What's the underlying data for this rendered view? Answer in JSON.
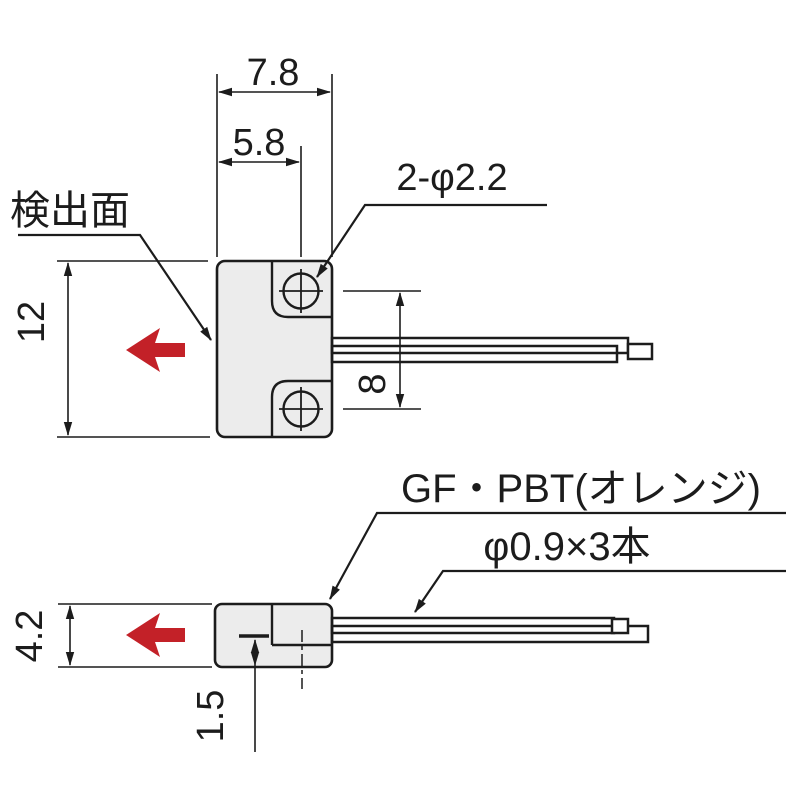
{
  "drawing": {
    "type": "technical-dimension-drawing",
    "views": {
      "front": {
        "detection_face_label": "検出面",
        "dim_width_outer": "7.8",
        "dim_width_to_hole_center": "5.8",
        "dim_height": "12",
        "dim_hole_pitch": "8",
        "holes_label": "2-φ2.2"
      },
      "side": {
        "material_label": "GF・PBT(オレンジ)",
        "cable_label": "φ0.9×3本",
        "dim_height": "4.2",
        "dim_axis_offset": "1.5"
      }
    },
    "colors": {
      "line": "#1c1c1c",
      "body_fill": "#ececec",
      "arrow_red": "#c32128",
      "background": "#ffffff"
    }
  }
}
